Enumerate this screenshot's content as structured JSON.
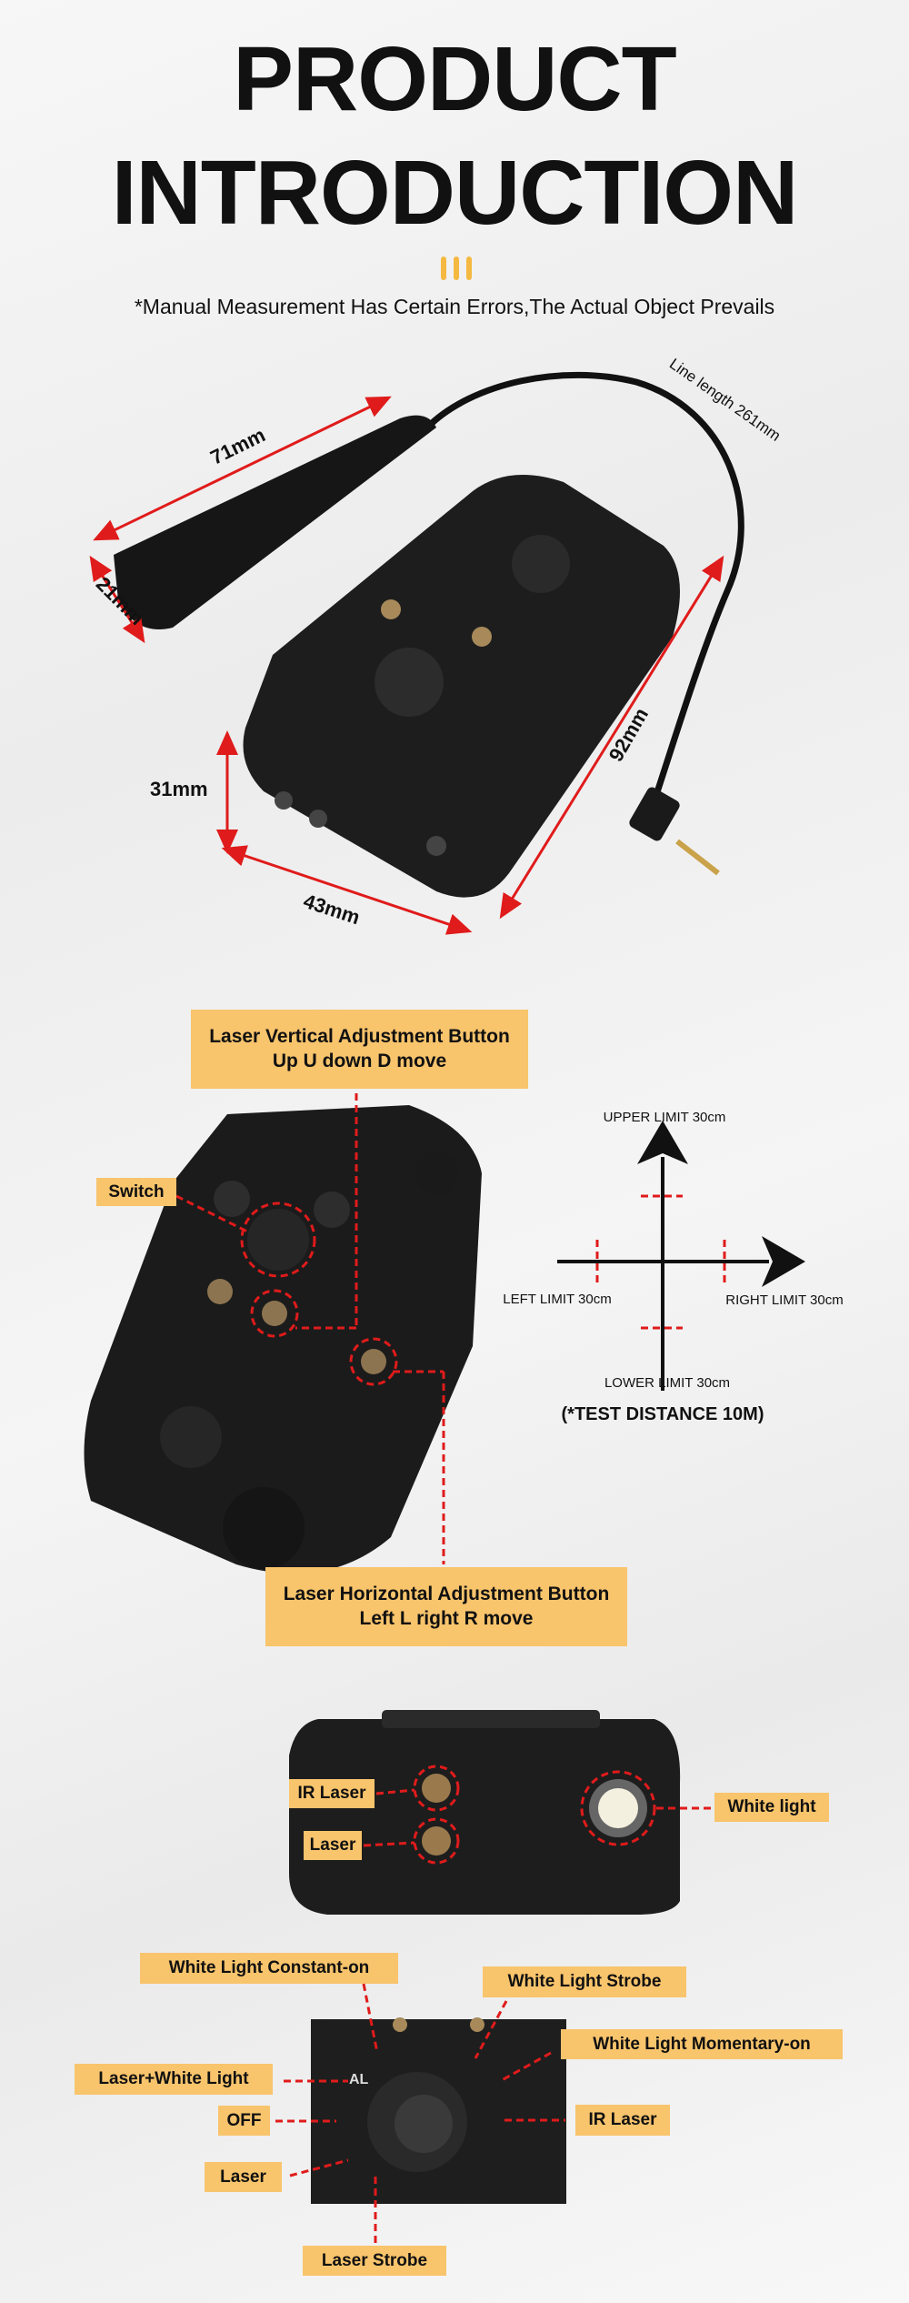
{
  "header": {
    "title_line1": "PRODUCT",
    "title_line2": "INTRODUCTION",
    "note": "*Manual Measurement Has Certain Errors,The Actual Object Prevails"
  },
  "dimensions": {
    "pad_length": "71mm",
    "pad_width": "21mm",
    "height": "31mm",
    "width": "43mm",
    "length": "92mm",
    "cable": "Line length 261mm"
  },
  "adjustment": {
    "vertical_label_line1": "Laser Vertical Adjustment Button",
    "vertical_label_line2": "Up U down D move",
    "switch_label": "Switch",
    "horizontal_label_line1": "Laser Horizontal Adjustment Button",
    "horizontal_label_line2": "Left L right R move",
    "upper_limit": "UPPER LIMIT 30cm",
    "lower_limit": "LOWER LIMIT 30cm",
    "left_limit": "LEFT LIMIT 30cm",
    "right_limit": "RIGHT LIMIT 30cm",
    "test_distance": "(*TEST DISTANCE 10M)"
  },
  "front": {
    "ir_laser": "IR Laser",
    "laser": "Laser",
    "white_light": "White light"
  },
  "modes": {
    "constant_on": "White Light Constant-on",
    "strobe": "White Light Strobe",
    "momentary_on": "White Light Momentary-on",
    "laser_white": "Laser+White Light",
    "off": "OFF",
    "ir_laser": "IR Laser",
    "laser": "Laser",
    "laser_strobe": "Laser Strobe"
  },
  "colors": {
    "label_bg": "#f8c46c",
    "accent_bar": "#f5b942",
    "dash_red": "#e01b1b"
  }
}
